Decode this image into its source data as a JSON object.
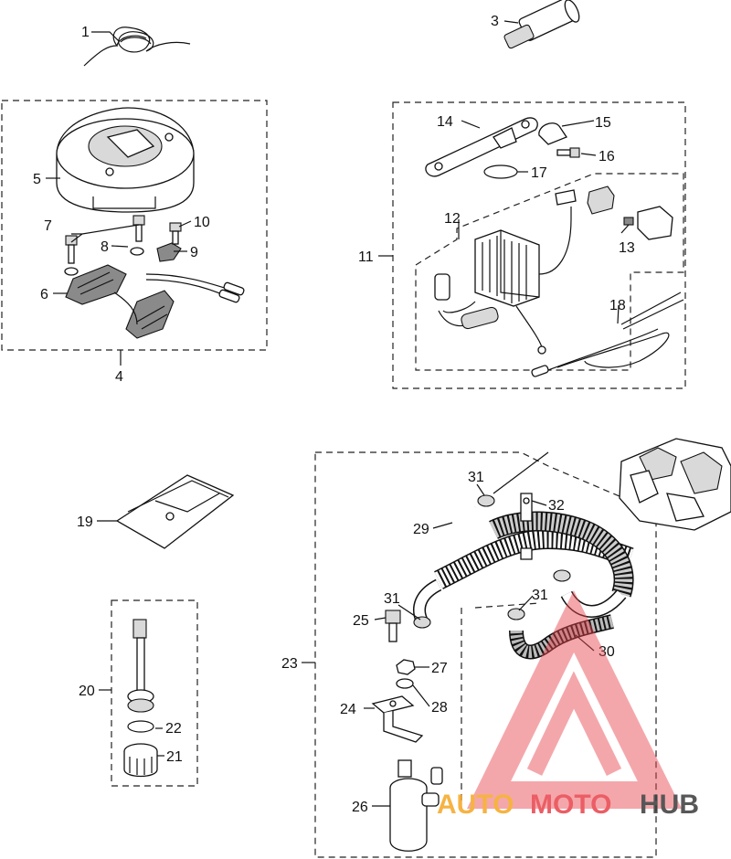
{
  "labels": {
    "1": "1",
    "2": "3",
    "3": "4",
    "4": "5",
    "5": "6",
    "6": "7",
    "7": "8",
    "8": "9",
    "9": "10",
    "10": "11",
    "11": "12",
    "12": "13",
    "13": "14",
    "14": "15",
    "15": "16",
    "16": "17",
    "17": "18",
    "18": "19",
    "19": "20",
    "20": "21",
    "21": "22",
    "22": "23",
    "23": "24",
    "24": "25",
    "25": "26",
    "26": "27",
    "27": "28",
    "28": "29",
    "29": "30",
    "30": "31",
    "31": "31",
    "32": "31",
    "33": "32"
  },
  "watermark": {
    "part1": "AUTO",
    "part2": "MOTO",
    "part3": "HUB",
    "color_red": "#e8434b",
    "color_orange": "#f5a623",
    "color_dark": "#3a3a3a"
  }
}
